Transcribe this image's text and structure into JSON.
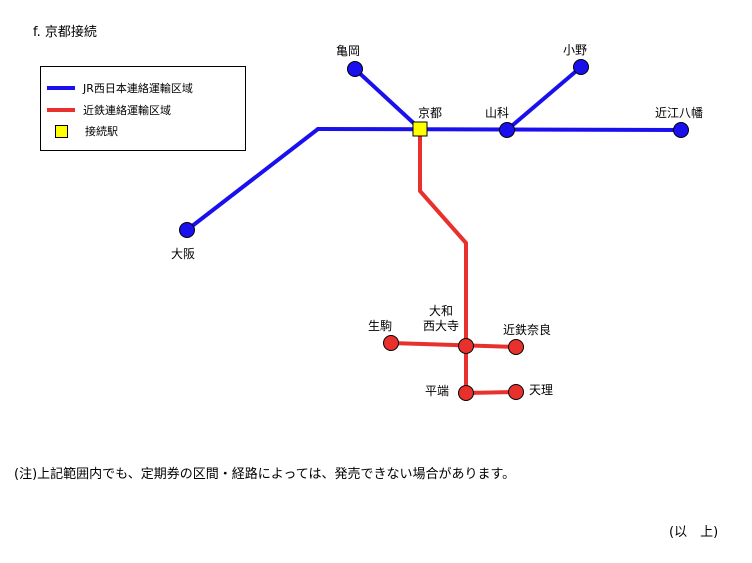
{
  "heading": "f. 京都接続",
  "legend": {
    "jr": {
      "label": "JR西日本連絡運輸区域",
      "color": "#1a10ee"
    },
    "kintetsu": {
      "label": "近鉄連絡運輸区域",
      "color": "#e8302c"
    },
    "station": {
      "label": "接続駅",
      "color": "#ffff00"
    }
  },
  "stations": {
    "kameoka": "亀岡",
    "ono": "小野",
    "kyoto": "京都",
    "yamashina": "山科",
    "omihachiman": "近江八幡",
    "osaka": "大阪",
    "yamato_saidaiji_1": "大和",
    "yamato_saidaiji_2": "西大寺",
    "ikoma": "生駒",
    "kintetsu_nara": "近鉄奈良",
    "hirahata": "平端",
    "tenri": "天理"
  },
  "note": "(注)上記範囲内でも、定期券の区間・経路によっては、発売できない場合があります。",
  "closing": "(以　上)"
}
